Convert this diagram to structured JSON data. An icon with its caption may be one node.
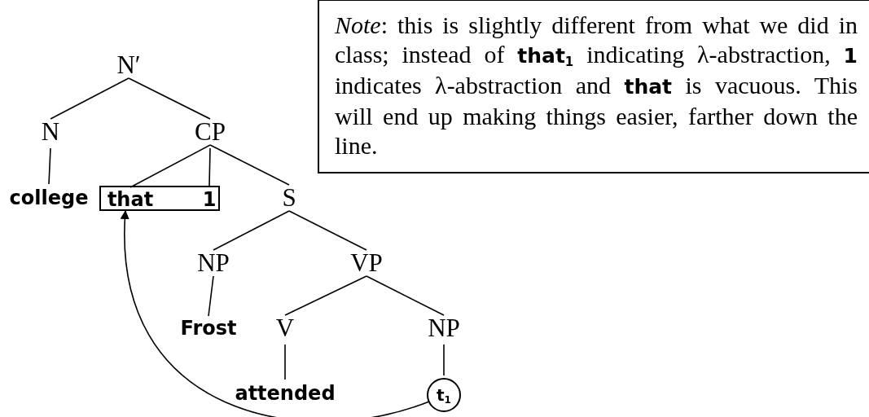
{
  "diagram": {
    "nodes": [
      {
        "text": [
          "N′"
        ]
      },
      {
        "text": [
          "N"
        ]
      },
      {
        "text": [
          "CP"
        ]
      },
      {
        "text": [
          "college"
        ]
      },
      {
        "text": [],
        "shape": "box"
      },
      {
        "text": [
          "that"
        ],
        "in": 4
      },
      {
        "text": [
          "1"
        ],
        "in": 4
      },
      {
        "text": [
          "S"
        ]
      },
      {
        "text": [
          "NP"
        ]
      },
      {
        "text": [
          "VP"
        ]
      },
      {
        "text": [
          "Frost"
        ]
      },
      {
        "text": [
          "V"
        ]
      },
      {
        "text": [
          "NP"
        ]
      },
      {
        "text": [
          "attended"
        ]
      },
      {
        "text": [
          "t$_{1}$"
        ]
      },
      {
        "text": [
          "*Note*: this is slightly different from what we did in class; instead of **that$_{1}$** indicating λ-abstraction, **1** indicates λ-abstraction and **that** is vacuous. This will end up making things easier, farther down the line."
        ]
      }
    ],
    "edges": [
      {
        "from": 0,
        "to": 1,
        "arrow": "none"
      },
      {
        "from": 0,
        "to": 2,
        "arrow": "none"
      },
      {
        "from": 1,
        "to": 3,
        "arrow": "none"
      },
      {
        "from": 2,
        "to": 5,
        "arrow": "none"
      },
      {
        "from": 2,
        "to": 6,
        "arrow": "none"
      },
      {
        "from": 2,
        "to": 7,
        "arrow": "none"
      },
      {
        "from": 7,
        "to": 8,
        "arrow": "none"
      },
      {
        "from": 7,
        "to": 9,
        "arrow": "none"
      },
      {
        "from": 8,
        "to": 10,
        "arrow": "none"
      },
      {
        "from": 9,
        "to": 11,
        "arrow": "none"
      },
      {
        "from": 9,
        "to": 12,
        "arrow": "none"
      },
      {
        "from": 11,
        "to": 13,
        "arrow": "none"
      },
      {
        "from": 12,
        "to": 14,
        "arrow": "none"
      },
      {
        "from": 14,
        "to": 4,
        "arrow": "to"
      }
    ]
  }
}
